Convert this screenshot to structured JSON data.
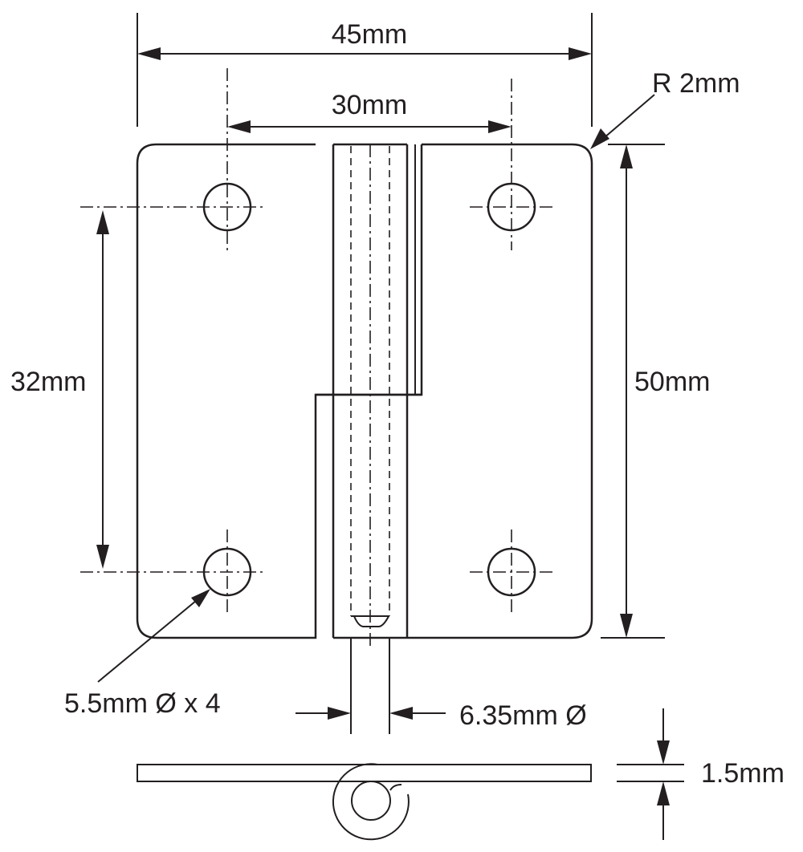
{
  "dimensions": {
    "overall_width": "45mm",
    "hole_spacing_horizontal": "30mm",
    "corner_radius": "R 2mm",
    "overall_height": "50mm",
    "hole_spacing_vertical": "32mm",
    "hole_diameter": "5.5mm Ø x 4",
    "pin_diameter": "6.35mm Ø",
    "leaf_thickness": "1.5mm"
  }
}
